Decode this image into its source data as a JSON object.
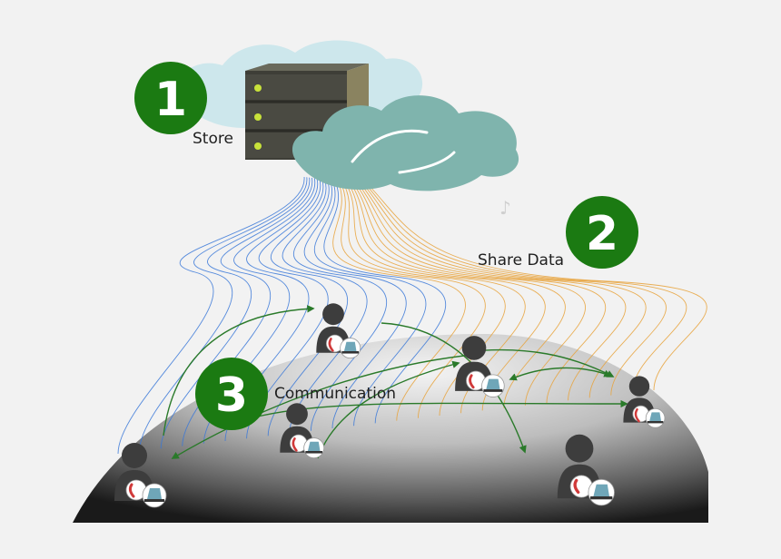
{
  "steps": [
    {
      "number": "1",
      "label": "Store"
    },
    {
      "number": "2",
      "label": "Share Data"
    },
    {
      "number": "3",
      "label": "Communication"
    }
  ],
  "colors": {
    "badge": "#1b7a12",
    "cloud_back": "#cde7ec",
    "cloud_front": "#7fb4ad",
    "server": "#4a4a42",
    "server_led": "#c8e23a",
    "stream_left": "#3a78d8",
    "stream_right": "#e8a23a",
    "arrows": "#2a7a2a",
    "users": "#3d3d3d",
    "phone": "#d03a3a"
  },
  "icons": [
    "server-icon",
    "cloud-icon",
    "user-icon",
    "phone-icon",
    "laptop-icon",
    "music-note-icon"
  ]
}
